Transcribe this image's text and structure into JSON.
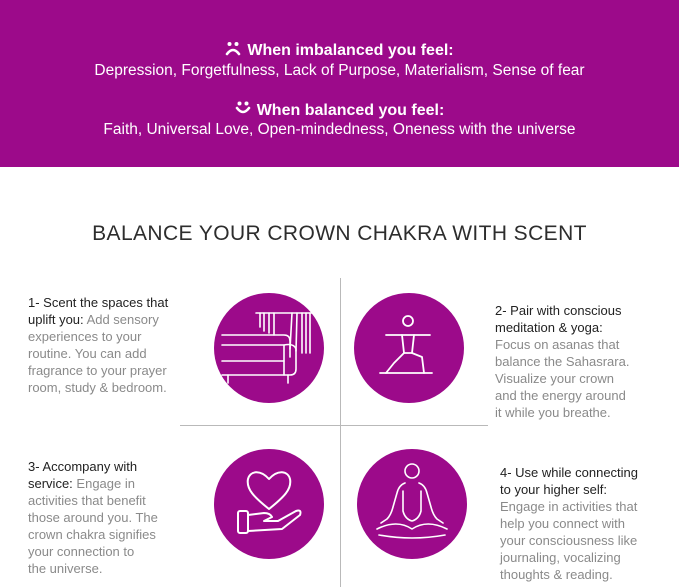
{
  "colors": {
    "brand": "#9c0a8a",
    "text": "#2d2d2d",
    "muted": "#8a8a8a",
    "white": "#ffffff"
  },
  "banner": {
    "imbalanced": {
      "icon": "sad-face-icon",
      "heading": "When imbalanced you feel:",
      "text": "Depression, Forgetfulness, Lack of Purpose, Materialism, Sense of fear"
    },
    "balanced": {
      "icon": "smile-face-icon",
      "heading": "When balanced you feel:",
      "text": "Faith, Universal Love, Open-mindedness, Oneness with the universe"
    }
  },
  "section_title": "BALANCE YOUR CROWN CHAKRA WITH SCENT",
  "steps": [
    {
      "icon": "room-sofa-icon",
      "heading_lines": [
        "1- Scent the spaces that",
        "uplift you:"
      ],
      "body_lines": [
        "Add sensory",
        "experiences to your",
        "routine. You can add",
        "fragrance to your prayer",
        "room, study & bedroom."
      ]
    },
    {
      "icon": "yoga-pose-icon",
      "heading_lines": [
        "2- Pair with conscious",
        "meditation & yoga:"
      ],
      "body_lines": [
        "Focus on asanas that",
        "balance the Sahasrara.",
        "Visualize your crown",
        "and the energy around",
        "it while you breathe."
      ]
    },
    {
      "icon": "heart-in-hand-icon",
      "heading_lines": [
        "3- Accompany with",
        "service:"
      ],
      "body_lines": [
        "Engage in",
        "activities that benefit",
        "those around you. The",
        "crown chakra signifies",
        "your connection to",
        "the universe."
      ]
    },
    {
      "icon": "meditation-icon",
      "heading_lines": [
        "4- Use while connecting",
        "to your higher self:"
      ],
      "body_lines": [
        "Engage in activities that",
        "help you connect with",
        "your consciousness like",
        "journaling, vocalizing",
        "thoughts & reading."
      ]
    }
  ]
}
